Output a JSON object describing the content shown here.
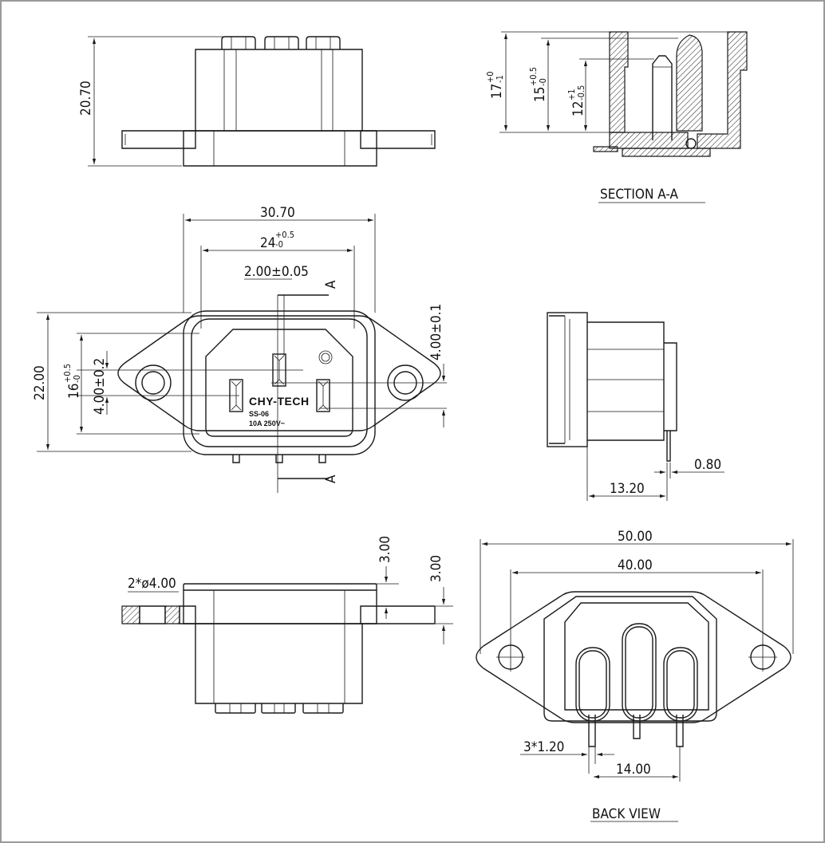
{
  "top_view": {
    "height": "20.70"
  },
  "section_view": {
    "title": "SECTION A-A",
    "dim_17": {
      "base": "17",
      "upper": "+0",
      "lower": "-1"
    },
    "dim_15": {
      "base": "15",
      "upper": "+0.5",
      "lower": "-0"
    },
    "dim_12": {
      "base": "12",
      "upper": "+1",
      "lower": "-0.5"
    }
  },
  "front_view": {
    "width_total": "30.70",
    "width_inner": {
      "base": "24",
      "upper": "+0.5",
      "lower": "-0"
    },
    "pin_width": "2.00±0.05",
    "height_total": "22.00",
    "height_inner": {
      "base": "16",
      "upper": "+0.5",
      "lower": "-0"
    },
    "pin_offset_left": "4.00±0.2",
    "pin_offset_right": "4.00±0.1",
    "section_marker_top": "A",
    "section_marker_bottom": "A",
    "brand": "CHY-TECH",
    "model": "SS-06",
    "rating": "10A 250V~"
  },
  "side_view": {
    "depth": "13.20",
    "pin_thickness": "0.80"
  },
  "bottom_view": {
    "holes": "2*ø4.00",
    "flange_left": "3.00",
    "flange_right": "3.00"
  },
  "back_view": {
    "title": "BACK VIEW",
    "width_total": "50.00",
    "hole_spacing": "40.00",
    "pin_size": "3*1.20",
    "pin_spacing": "14.00"
  }
}
